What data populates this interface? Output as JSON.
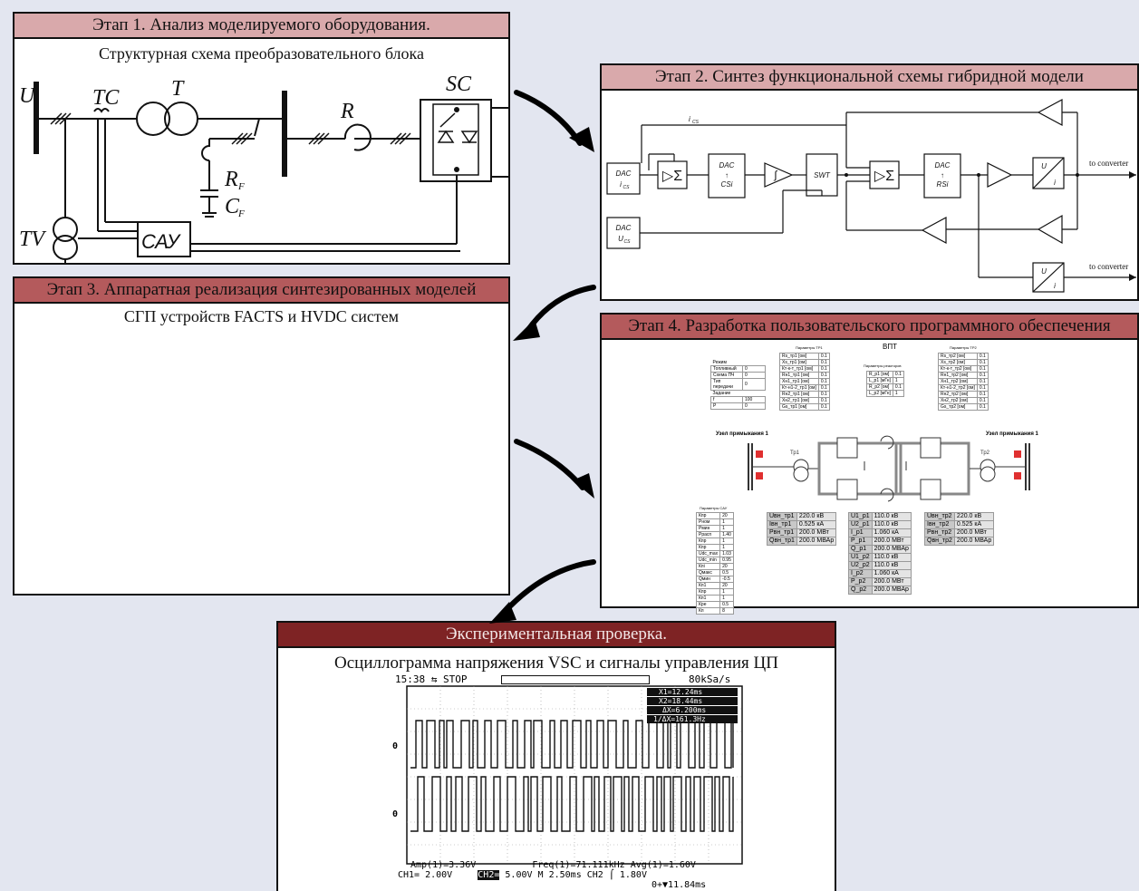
{
  "stage1": {
    "title": "Этап 1. Анализ моделируемого оборудования.",
    "subtitle": "Структурная схема преобразовательного блока",
    "labels": {
      "U": "U",
      "TC": "TC",
      "T": "T",
      "SC": "SC",
      "R": "R",
      "RF": "R",
      "RF_sub": "F",
      "CF": "C",
      "CF_sub": "F",
      "TV": "TV",
      "CAU": "САУ"
    }
  },
  "stage2": {
    "title": "Этап 2. Синтез функциональной схемы гибридной модели",
    "labels": {
      "ics": "i",
      "ics_sub": "CS",
      "dac_ics": "DAC",
      "dac_ics2": "i",
      "dac_ics2_sub": "CS",
      "dac_ucs": "DAC",
      "dac_ucs2": "U",
      "dac_ucs2_sub": "CS",
      "sum1": "▷Σ",
      "dac_csi": "DAC",
      "dac_csi2": "↑",
      "dac_csi3": "CSi",
      "integ": "∫",
      "swt": "SWT",
      "sum2": "▷Σ",
      "dac_rsi": "DAC",
      "dac_rsi2": "↑",
      "dac_rsi3": "RSi",
      "conv_u": "U",
      "conv_i": "i",
      "to_converter1": "to converter",
      "to_converter2": "to converter"
    }
  },
  "stage3": {
    "title": "Этап 3. Аппаратная реализация синтезированных моделей",
    "subtitle": "СГП устройств FACTS и HVDC систем"
  },
  "stage4": {
    "title": "Этап 4.  Разработка пользовательского программного обеспечения",
    "heading": "ВПТ",
    "node_left": "Узел примыкания 1",
    "node_right": "Узел примыкания 1",
    "tp1": "Тр1",
    "tp2": "Тр2",
    "params_tr1": "Параметры ТР1",
    "params_tr2": "Параметры ТР2",
    "params_reactors": "Параметры реакторов",
    "params_sau": "Параметры САУ",
    "mode_title": "Режим",
    "mode_rows": [
      "Топливный",
      "Схема ПЧ",
      "Тип передачи"
    ],
    "task_title": "Задание",
    "tr1_rows": [
      [
        "Rs_тр1 [ом]",
        "0.1"
      ],
      [
        "Xs_тр1 [ом]",
        "0.1"
      ],
      [
        "Кт-к-т_тр1 [ом]",
        "0.1"
      ],
      [
        "Rн1_тр1 [ом]",
        "0.1"
      ],
      [
        "Xн1_тр1 [ом]",
        "0.1"
      ],
      [
        "Кт-н1-2_тр1 [ом]",
        "0.1"
      ],
      [
        "Rн2_тр1 [ом]",
        "0.1"
      ],
      [
        "Xн2_тр1 [ом]",
        "0.1"
      ],
      [
        "Gs_тр1 [ом]",
        "0.1"
      ]
    ],
    "tr2_rows": [
      [
        "Rs_тр2 [ом]",
        "0.1"
      ],
      [
        "Xs_тр2 [ом]",
        "0.1"
      ],
      [
        "Кт-к-т_тр2 [ом]",
        "0.1"
      ],
      [
        "Rн1_тр2 [ом]",
        "0.1"
      ],
      [
        "Xн1_тр2 [ом]",
        "0.1"
      ],
      [
        "Кт-н1-2_тр2 [ом]",
        "0.1"
      ],
      [
        "Rн2_тр2 [ом]",
        "0.1"
      ],
      [
        "Xн2_тр2 [ом]",
        "0.1"
      ],
      [
        "Gs_тр2 [ом]",
        "0.1"
      ]
    ],
    "reactor_rows": [
      [
        "R_р1 [ом]",
        "0.1"
      ],
      [
        "L_р1 [мГн]",
        "1"
      ],
      [
        "R_р2 [ом]",
        "0.1"
      ],
      [
        "L_р2 [мГн]",
        "1"
      ]
    ],
    "sau_rows": [
      [
        "Кпр",
        "20"
      ],
      [
        "Рном",
        "1"
      ],
      [
        "Рмин",
        "1"
      ],
      [
        "Ррасп",
        "1.40"
      ],
      [
        "Кпр",
        "1"
      ],
      [
        "Кпр",
        "1"
      ],
      [
        "Udc_max",
        "1.03"
      ],
      [
        "Udc_min",
        "0.95"
      ],
      [
        "Кпi",
        "20"
      ],
      [
        "Qмакс",
        "0.5"
      ],
      [
        "Qмин",
        "-0.5"
      ],
      [
        "Кп1",
        "20"
      ],
      [
        "Кпр",
        "1"
      ],
      [
        "Кп1",
        "1"
      ],
      [
        "Кре",
        "0.5"
      ],
      [
        "Кп",
        "8"
      ]
    ],
    "meas_left": [
      [
        "Uвн_тр1",
        "220.0 кВ"
      ],
      [
        "Iвн_тр1",
        "0.525 кА"
      ],
      [
        "Рвн_тр1",
        "200.0 МВт"
      ],
      [
        "Qвн_тр1",
        "200.0 МВАр"
      ]
    ],
    "meas_mid": [
      [
        "U1_p1",
        "110.0 кВ"
      ],
      [
        "U2_p1",
        "110.0 кВ"
      ],
      [
        "I_p1",
        "1.060 кА"
      ],
      [
        "P_p1",
        "200.0 МВт"
      ],
      [
        "Q_p1",
        "200.0 МВАр"
      ],
      [
        "U1_p2",
        "110.0 кВ"
      ],
      [
        "U2_p2",
        "110.0 кВ"
      ],
      [
        "I_p2",
        "1.060 кА"
      ],
      [
        "P_p2",
        "200.0 МВт"
      ],
      [
        "Q_p2",
        "200.0 МВАр"
      ]
    ],
    "meas_right": [
      [
        "Uвн_тр2",
        "220.0 кВ"
      ],
      [
        "Iвн_тр2",
        "0.525 кА"
      ],
      [
        "Рвн_тр2",
        "200.0 МВт"
      ],
      [
        "Qвн_тр2",
        "200.0 МВАр"
      ]
    ]
  },
  "stage5": {
    "title": "Экспериментальная проверка.",
    "subtitle": "Осциллограмма напряжения VSC и сигналы управления ЦП",
    "scope": {
      "time": "15:38",
      "usb": "⇆",
      "state": "STOP",
      "rate": "80kSa/s",
      "x1": "X1=12.24ms",
      "x2": "X2=18.44ms",
      "dx": "ΔX=6.200ms",
      "inv_dx": "1/ΔX=161.3Hz",
      "ch_a": "0",
      "ch_b": "0",
      "amp": "Amp(1)=3.36V",
      "freq": "Freq(1)=71.111kHz",
      "avg": "Avg(1)=1.60V",
      "ch1": "CH1=  2.00V",
      "ch2": "CH2=",
      "ch2_val": "5.00V",
      "time_div": "M 2.50ms",
      "trig": "CH2 ⌠ 1.80V",
      "offset": "0+▼11.84ms"
    }
  },
  "colors": {
    "title_light": "#d9a9ab",
    "title_dark": "#7e2324",
    "title_mid": "#b45a5c",
    "background": "#e3e6f0",
    "relay_red": "#e03030"
  }
}
